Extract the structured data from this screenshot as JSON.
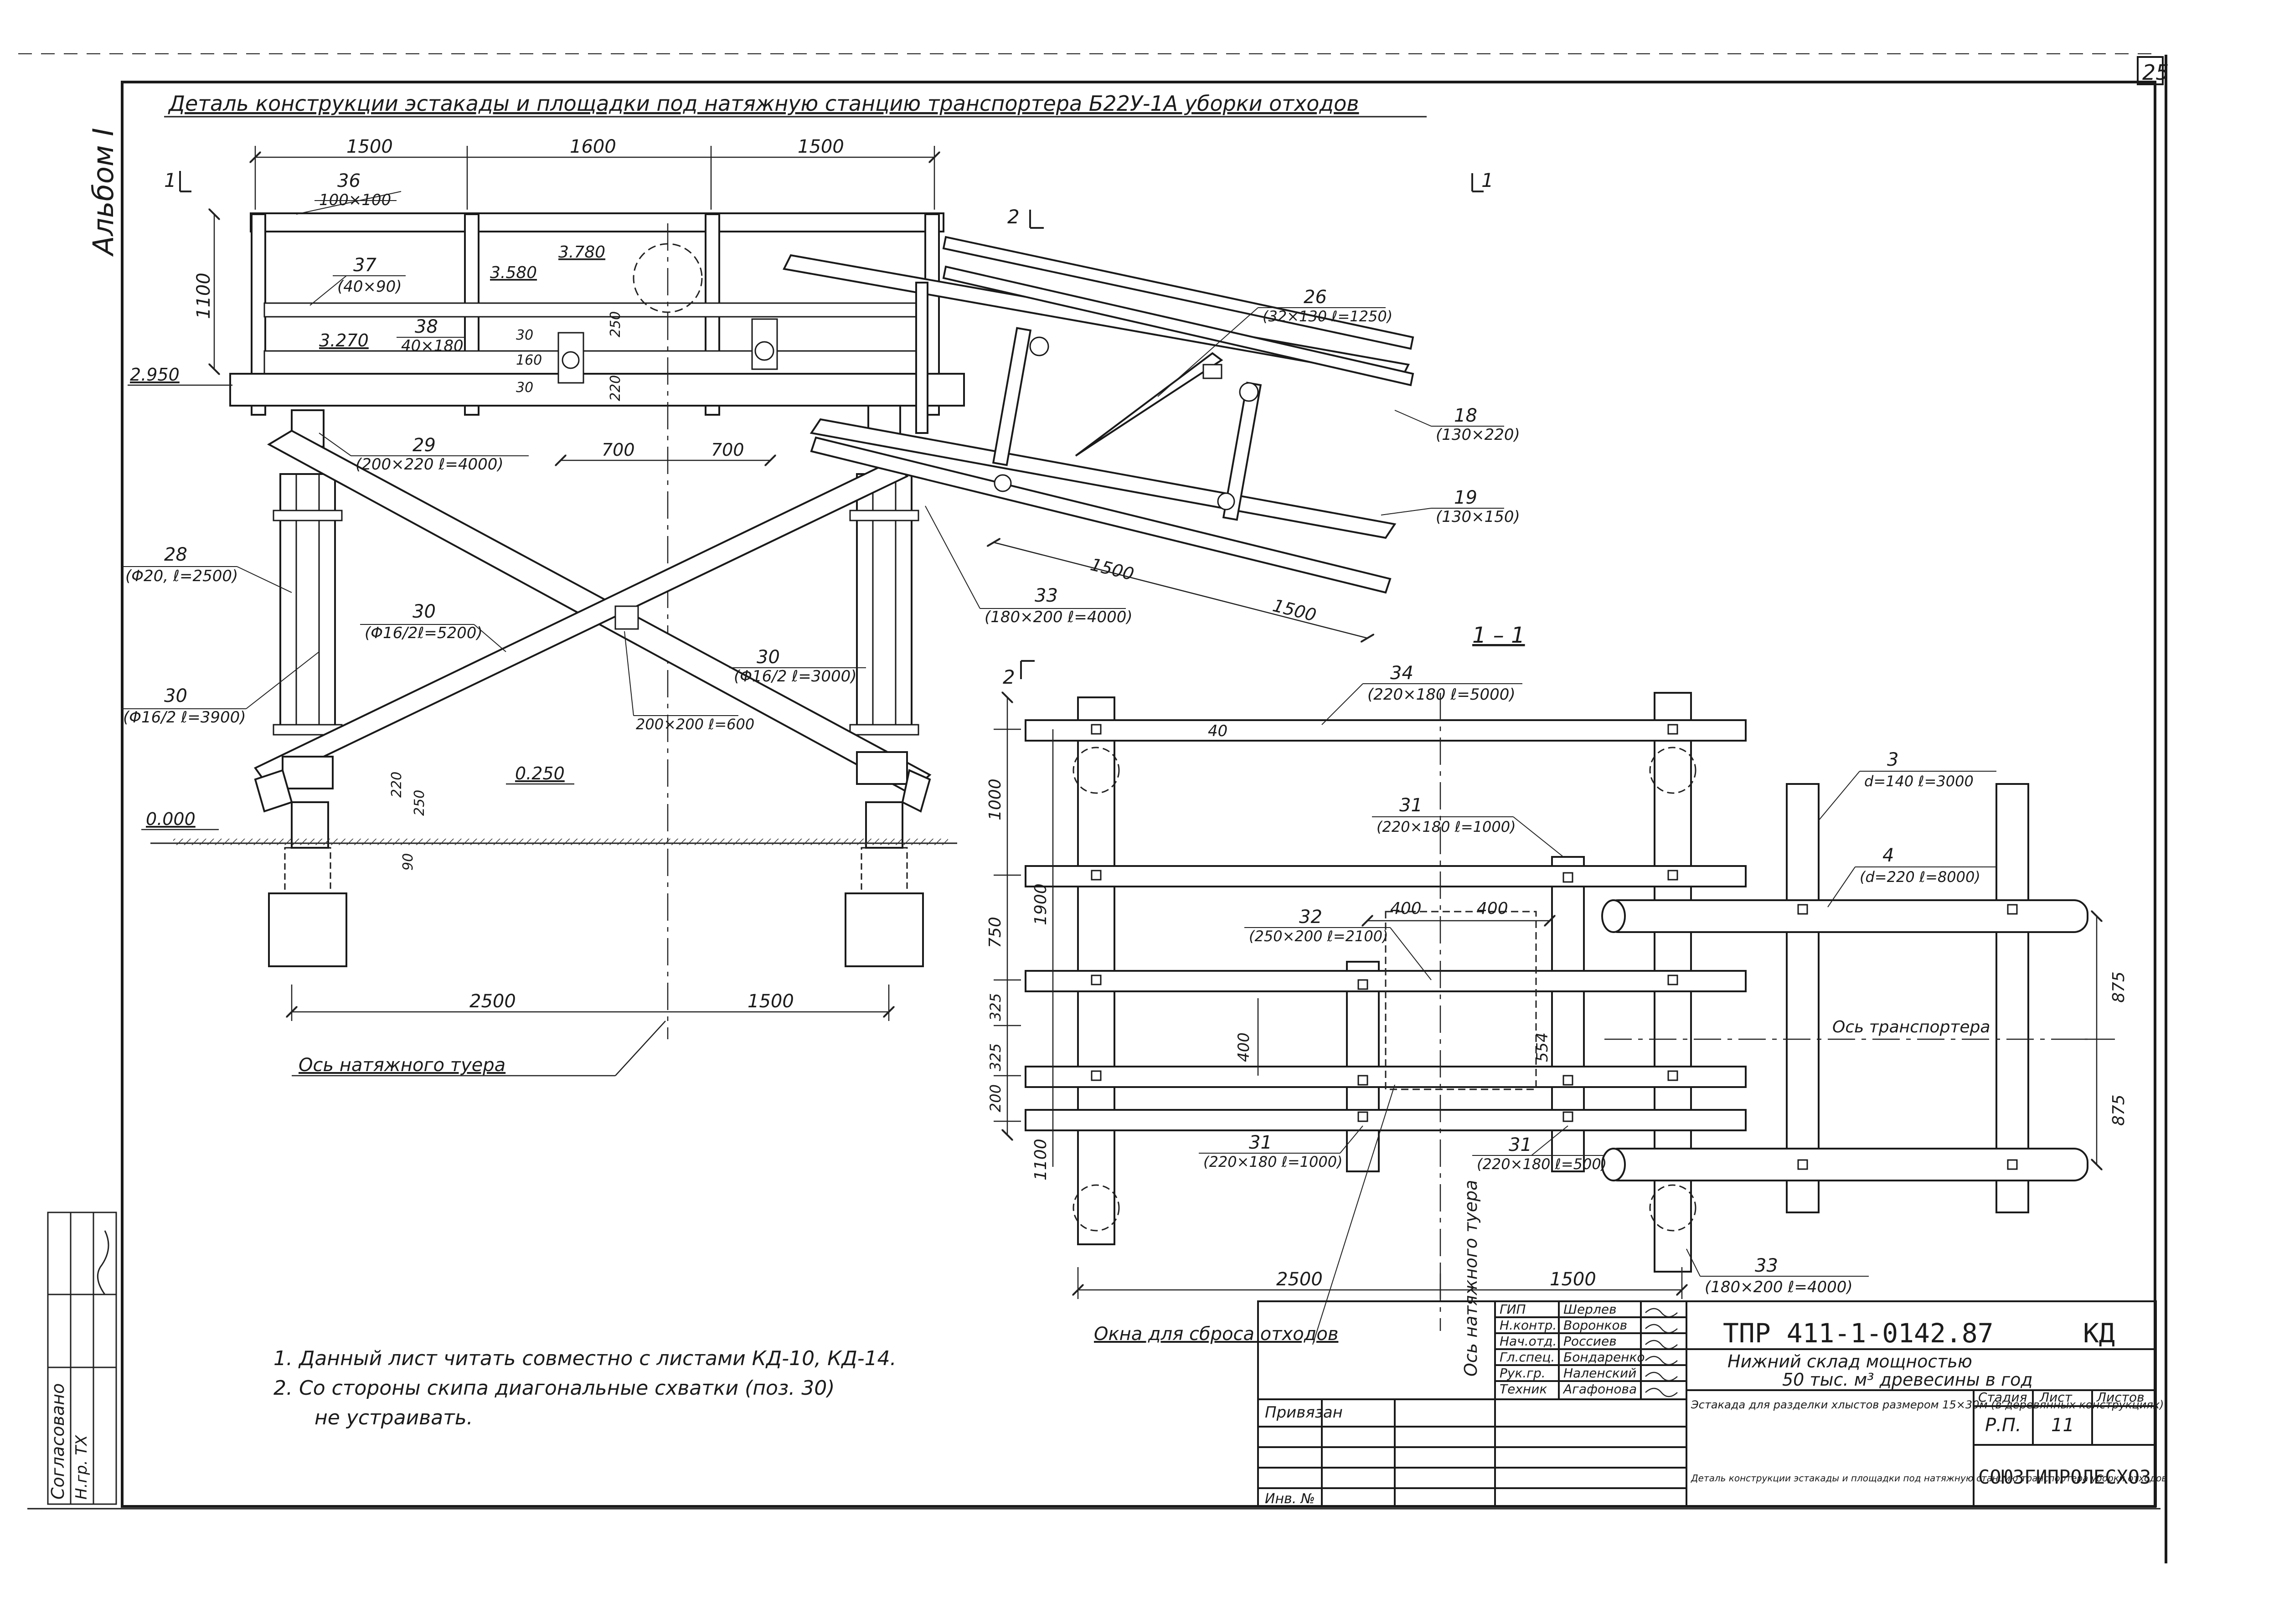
{
  "sheet": {
    "page_number": "25",
    "album": "Альбом I",
    "title": "Деталь конструкции эстакады и площадки под натяжную станцию транспортера Б22У-1А уборки отходов",
    "section_marks": {
      "s1": "1",
      "s2": "2",
      "s1_right": "1",
      "s2_lower": "2",
      "section_11": "1 – 1"
    }
  },
  "elevation": {
    "dims_top": [
      "1500",
      "1600",
      "1500"
    ],
    "dim_height": "1100",
    "levels": [
      "2.950",
      "3.270",
      "3.580",
      "3.780",
      "0.250",
      "0.000"
    ],
    "small_dims": [
      "250",
      "160",
      "30",
      "220",
      "30",
      "220",
      "90",
      "250",
      "700",
      "700"
    ],
    "dims_bottom": [
      "2500",
      "1500"
    ],
    "axis_label": "Ось натяжного туера",
    "incline_dims": [
      "1500",
      "1500"
    ]
  },
  "callouts": {
    "c36": {
      "num": "36",
      "spec": "100×100"
    },
    "c37": {
      "num": "37",
      "spec": "(40×90)"
    },
    "c38": {
      "num": "38",
      "spec": "40×180"
    },
    "c29": {
      "num": "29",
      "spec": "(200×220 ℓ=4000)"
    },
    "c28": {
      "num": "28",
      "spec": "(Φ20, ℓ=2500)"
    },
    "c30a": {
      "num": "30",
      "spec": "(Φ16/2ℓ=5200)"
    },
    "c30b": {
      "num": "30",
      "spec": "(Φ16/2 ℓ=3900)"
    },
    "c30c": {
      "num": "30",
      "spec": "(Φ16/2 ℓ=3000)"
    },
    "c_block": {
      "spec": "200×200 ℓ=600"
    },
    "c26": {
      "num": "26",
      "spec": "(32×130 ℓ=1250)"
    },
    "c18": {
      "num": "18",
      "spec": "(130×220)"
    },
    "c19": {
      "num": "19",
      "spec": "(130×150)"
    },
    "c33a": {
      "num": "33",
      "spec": "(180×200 ℓ=4000)"
    }
  },
  "plan": {
    "c34": {
      "num": "34",
      "spec": "(220×180 ℓ=5000)"
    },
    "c31a": {
      "num": "31",
      "spec": "(220×180 ℓ=1000)"
    },
    "c32": {
      "num": "32",
      "spec": "(250×200 ℓ=2100)"
    },
    "c3": {
      "num": "3",
      "spec": "d=140 ℓ=3000"
    },
    "c4": {
      "num": "4",
      "spec": "(d=220 ℓ=8000)"
    },
    "c31b": {
      "num": "31",
      "spec": "(220×180 ℓ=1000)"
    },
    "c31c": {
      "num": "31",
      "spec": "(220×180 ℓ=500)"
    },
    "c33b": {
      "num": "33",
      "spec": "(180×200 ℓ=4000)"
    },
    "dims_left": [
      "1000",
      "750",
      "325",
      "325",
      "200",
      "1900",
      "1100",
      "400"
    ],
    "dims_top": [
      "400",
      "400",
      "40"
    ],
    "dim_554": "554",
    "dims_right": [
      "875",
      "875"
    ],
    "dims_bottom": [
      "2500",
      "1500"
    ],
    "axis_transport": "Ось транспортера",
    "axis_tuer": "Ось натяжного туера",
    "windows": "Окна для сброса отходов"
  },
  "notes": [
    "1. Данный лист читать совместно с листами КД-10, КД-14.",
    "2. Со стороны скипа диагональные схватки (поз. 30)",
    "не устраивать."
  ],
  "stamp": {
    "code": "ТПР 411-1-0142.87",
    "mark": "КД",
    "object": "Нижний склад мощностью",
    "object2": "50 тыс. м³ древесины в год",
    "descr": "Эстакада для разделки хлыстов размером 15×30м (в деревянных конструкциях)",
    "sheet_title": "Деталь конструкции эстакады и площадки под натяжную станцию транспортера уборки отходов",
    "stage_h": "Стадия",
    "sheet_h": "Лист",
    "sheets_h": "Листов",
    "stage": "Р.П.",
    "sheet": "11",
    "sheets": "",
    "org": "СОЮЗГИПРОЛЕСХОЗ",
    "privyazan": "Привязан",
    "inv": "Инв. №",
    "roles": [
      "ГИП",
      "Н.контр.",
      "Нач.отд.",
      "Гл.спец.",
      "Рук.гр.",
      "Техник"
    ],
    "names": [
      "Шерлев",
      "Воронков",
      "Россиев",
      "Бондаренко",
      "Наленский",
      "Агафонова"
    ],
    "side": "Согласовано",
    "side2": "Н.гр. ТХ"
  }
}
